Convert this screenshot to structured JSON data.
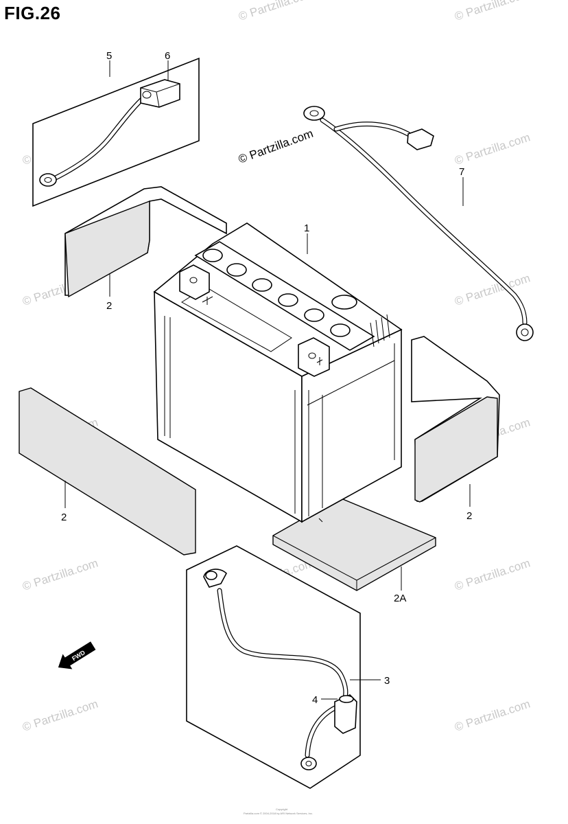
{
  "figure": {
    "title": "FIG.26"
  },
  "callouts": {
    "c1": "1",
    "c2a": "2",
    "c2b": "2",
    "c2c": "2",
    "c2A": "2A",
    "c3": "3",
    "c4": "4",
    "c5": "5",
    "c6": "6",
    "c7": "7"
  },
  "watermark": {
    "text": "© Partzilla.com"
  },
  "fwd_label": "FWD",
  "footer": {
    "line1": "Copyright",
    "line2": "Partzilla.com © 2004-2018 by ARI Network Services, Inc."
  }
}
